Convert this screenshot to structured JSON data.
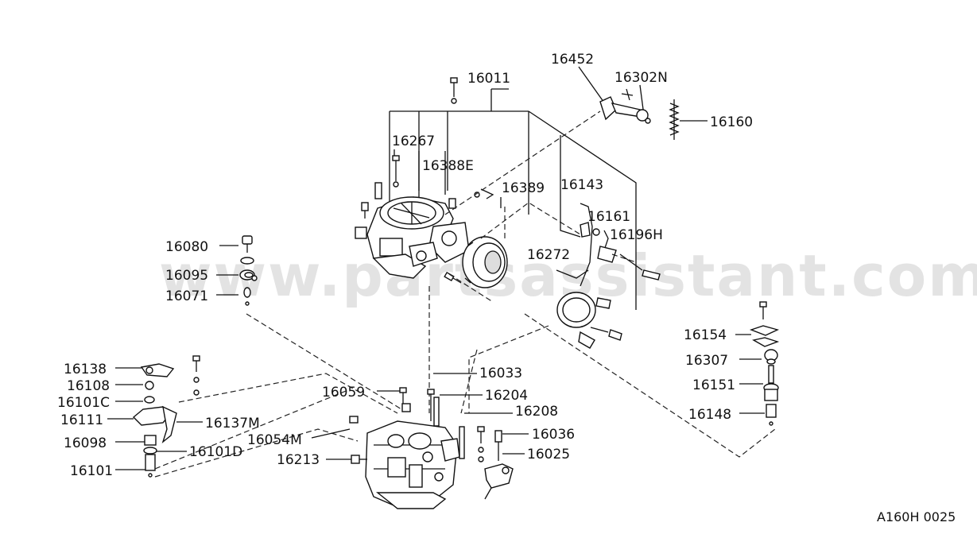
{
  "watermark": "www.partsassistant.com",
  "reference_code": "A160H 0025",
  "labels": {
    "p16011": "16011",
    "p16452": "16452",
    "p16302N": "16302N",
    "p16160": "16160",
    "p16267": "16267",
    "p16388E": "16388E",
    "p16389": "16389",
    "p16143": "16143",
    "p16161": "16161",
    "p16196H": "16196H",
    "p16272": "16272",
    "p16080": "16080",
    "p16095": "16095",
    "p16071": "16071",
    "p16154": "16154",
    "p16307": "16307",
    "p16151": "16151",
    "p16148": "16148",
    "p16138": "16138",
    "p16108": "16108",
    "p16101C": "16101C",
    "p16111": "16111",
    "p16137M": "16137M",
    "p16098": "16098",
    "p16101D": "16101D",
    "p16101": "16101",
    "p16033": "16033",
    "p16204": "16204",
    "p16059": "16059",
    "p16208": "16208",
    "p16054M": "16054M",
    "p16036": "16036",
    "p16213": "16213",
    "p16025": "16025"
  }
}
